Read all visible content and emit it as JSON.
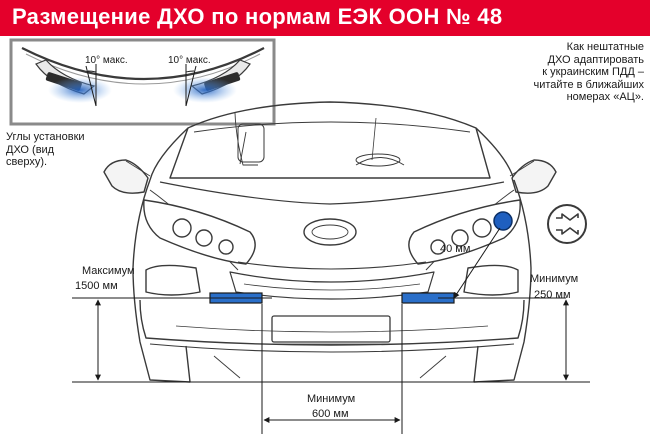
{
  "header": {
    "title": "Размещение ДХО по нормам ЕЭК ООН № 48",
    "background_color": "#e4002b",
    "text_color": "#ffffff"
  },
  "inset": {
    "left_angle_label": "10° макс.",
    "right_angle_label": "10° макс.",
    "caption_lines": [
      "Углы установки",
      "ДХО (вид",
      "сверху)."
    ]
  },
  "note": {
    "lines": [
      "Как нештатные",
      "ДХО адаптировать",
      "к украинским ПДД –",
      "читайте в ближайших",
      "номерах «АЦ»."
    ]
  },
  "dimensions": {
    "max_height_label": "Максимум",
    "max_height_value": "1500 мм",
    "min_height_label": "Минимум",
    "min_height_value": "250 мм",
    "edge_distance_value": "40 мм",
    "min_spacing_label": "Минимум",
    "min_spacing_value": "600 мм"
  },
  "colors": {
    "drl_light": "#2a6fc9",
    "marker": "#1f5fbf",
    "outline": "#3a3a3a",
    "accent_red": "#e4002b"
  },
  "icons": [
    "headlight-direction-icon",
    "car-front-outline",
    "dimension-arrow"
  ]
}
